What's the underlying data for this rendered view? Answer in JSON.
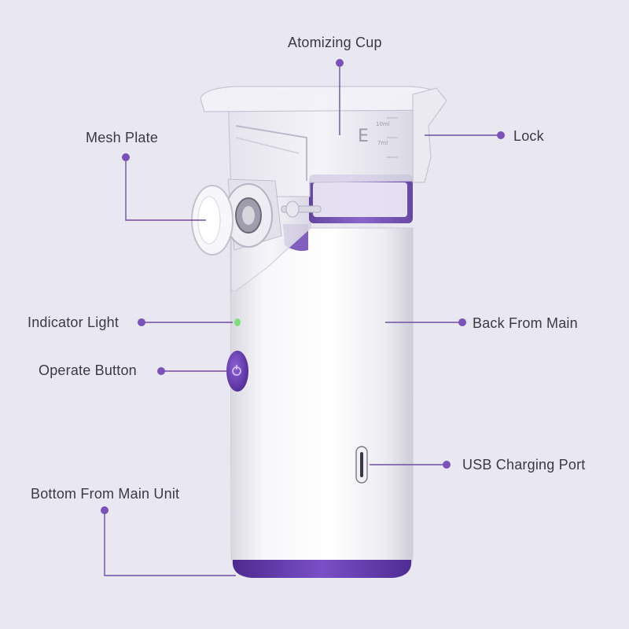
{
  "labels": {
    "atomizing_cup": "Atomizing Cup",
    "mesh_plate": "Mesh Plate",
    "lock": "Lock",
    "indicator_light": "Indicator Light",
    "back_from_main": "Back From Main",
    "operate_button": "Operate Button",
    "usb_charging_port": "USB Charging Port",
    "bottom_from_main_unit": "Bottom From Main Unit"
  },
  "cup_scale": {
    "unit": "E",
    "mark_upper": "10ml",
    "mark_lower": "7ml"
  },
  "colors": {
    "background": "#e9e7f0",
    "accent_purple": "#6a3fb0",
    "leader_line": "#6f4fa6",
    "dot": "#7a52b8",
    "body_white": "#ffffff",
    "indicator_green": "#7ee07a",
    "text": "#3a3a42"
  }
}
